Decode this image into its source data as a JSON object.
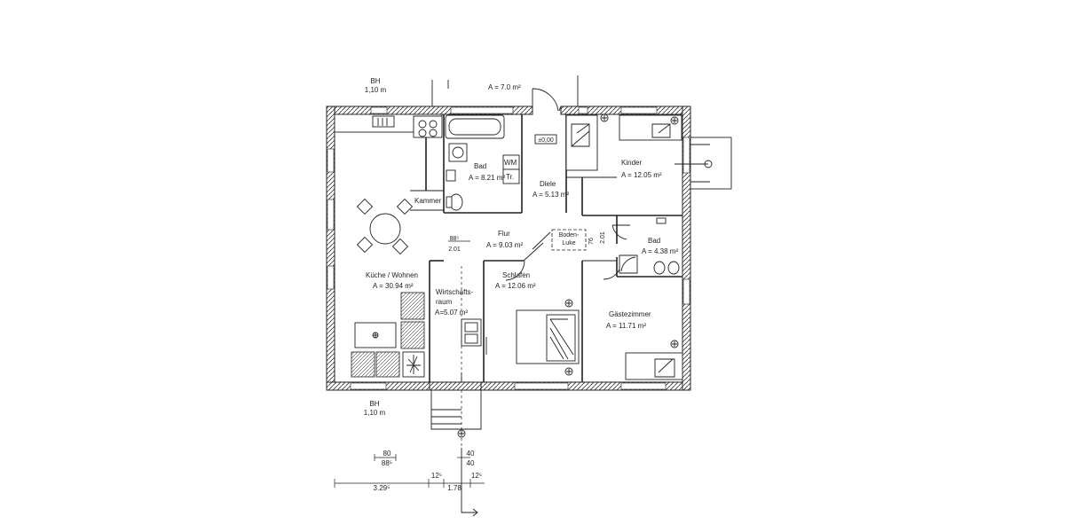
{
  "rooms": {
    "kueche_label": "Küche / Wohnen",
    "kueche_area": "A = 30.94 m²",
    "kammer_label": "Kammer",
    "bad1_label": "Bad",
    "bad1_area": "A = 8.21 m²",
    "wm_label": "WM",
    "tr_label": "Tr.",
    "diele_label": "Diele",
    "diele_area": "A = 5.13 m²",
    "flur_label": "Flur",
    "flur_area": "A = 9.03 m²",
    "kinder_label": "Kinder",
    "kinder_area": "A = 12.05 m²",
    "bad2_label": "Bad",
    "bad2_area": "A = 4.38 m²",
    "gaeste_label": "Gästezimmer",
    "gaeste_area": "A = 11.71 m²",
    "schlafen_label": "Schlafen",
    "schlafen_area": "A = 12.06 m²",
    "wirtschaft_label_1": "Wirtschafts-",
    "wirtschaft_label_2": "raum",
    "wirtschaft_area": "A=5.07 m²",
    "porch_area": "A = 7.0 m²",
    "boden_1": "Boden-",
    "boden_2": "Luke"
  },
  "markers": {
    "level": "±0,00",
    "bh_top_1": "BH",
    "bh_top_2": "1,10 m",
    "bh_bottom_1": "BH",
    "bh_bottom_2": "1,10 m"
  },
  "dimensions": {
    "door_88_5": "88⁵",
    "door_2_01": "2.01",
    "hatch_76": "76",
    "hatch_2_01": "2.01",
    "d80": "80",
    "d88_5": "88⁵",
    "d40_top": "40",
    "d40_bottom": "40",
    "d3_29_5": "3.29⁵",
    "d12_5_a": "12⁵",
    "d1_78": "1.78",
    "d12_5_b": "12⁵"
  }
}
